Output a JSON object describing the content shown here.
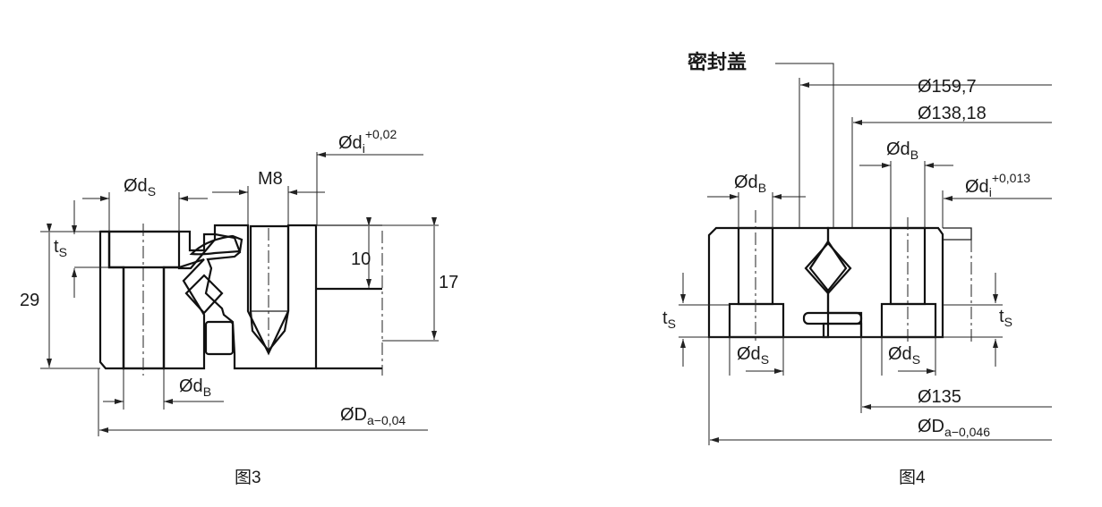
{
  "figure3": {
    "caption": "图3",
    "dims": {
      "ds_sym": "Ød",
      "ds_sub": "S",
      "m8": "M8",
      "di_sym": "Ød",
      "di_sub": "i",
      "di_tol": "+0,02",
      "ts_sym": "t",
      "ts_sub": "S",
      "h29": "29",
      "h10": "10",
      "h17": "17",
      "db_sym": "Ød",
      "db_sub": "B",
      "da_sym": "ØD",
      "da_sub": "a−0,04"
    }
  },
  "figure4": {
    "caption": "图4",
    "seal_cover_label": "密封盖",
    "dims": {
      "d159": "Ø159,7",
      "d138": "Ø138,18",
      "db_sym": "Ød",
      "db_sub": "B",
      "di_sym": "Ød",
      "di_sub": "i",
      "di_tol": "+0,013",
      "ts_sym": "t",
      "ts_sub": "S",
      "ds_sym": "Ød",
      "ds_sub": "S",
      "d135": "Ø135",
      "da_sym": "ØD",
      "da_sub": "a−0,046"
    }
  }
}
